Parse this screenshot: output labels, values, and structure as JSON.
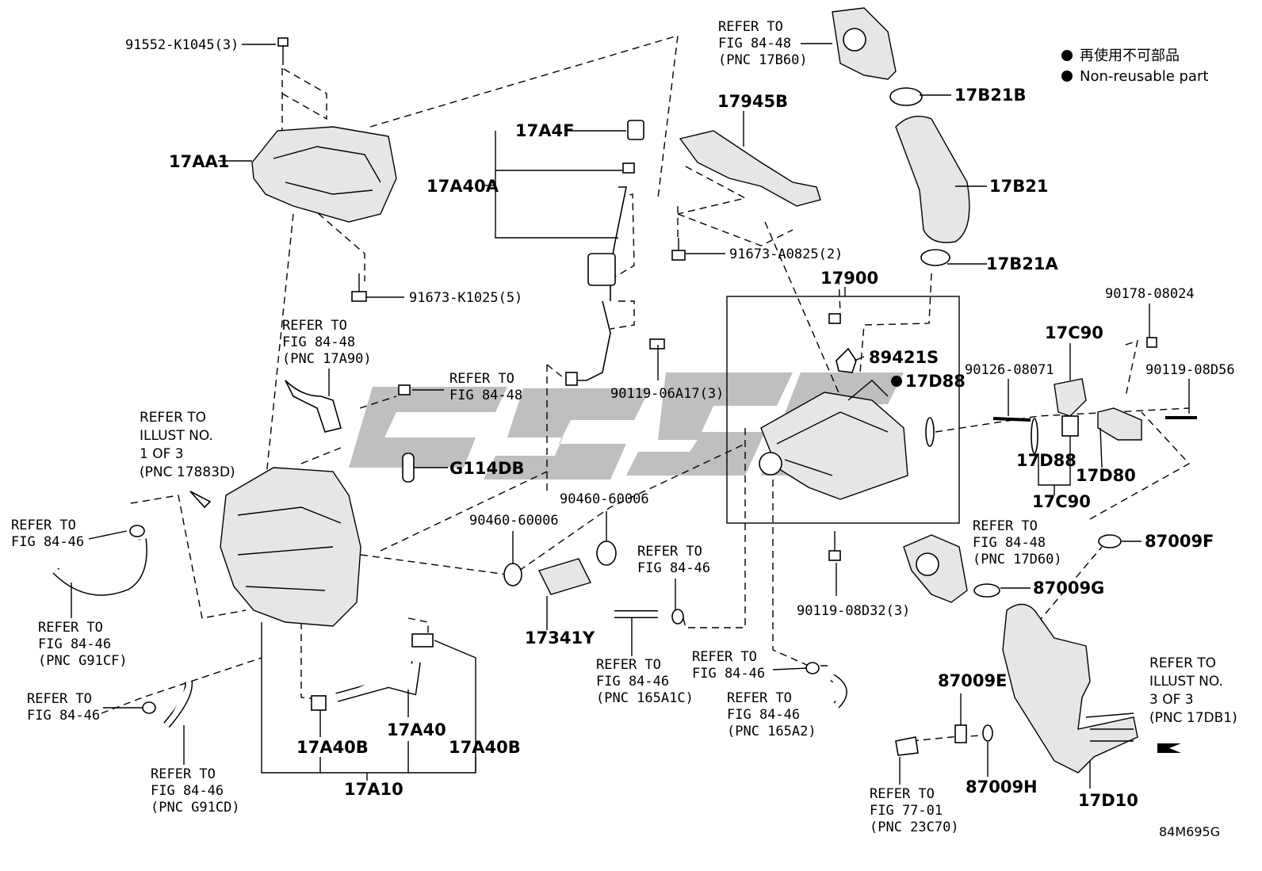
{
  "labels": {
    "p91552": "91552-K1045(3)",
    "p17AA1": "17AA1",
    "p91673K": "91673-K1025(5)",
    "p17A4F": "17A4F",
    "p17A40A": "17A40A",
    "p90119_06A17": "90119-06A17(3)",
    "p17945B": "17945B",
    "p91673A": "91673-A0825(2)",
    "p17900": "17900",
    "p89421S": "89421S",
    "p17D88a": "17D88",
    "p17B21B": "17B21B",
    "p17B21": "17B21",
    "p17B21A": "17B21A",
    "p90178": "90178-08024",
    "p17C90a": "17C90",
    "p90126": "90126-08071",
    "p90119_08D56": "90119-08D56",
    "p17D88b": "17D88",
    "p17D80": "17D80",
    "p17C90b": "17C90",
    "p87009F": "87009F",
    "p87009G": "87009G",
    "p87009E": "87009E",
    "p87009H": "87009H",
    "p17D10": "17D10",
    "pG114DB": "G114DB",
    "p90460a": "90460-60006",
    "p90460b": "90460-60006",
    "p17341Y": "17341Y",
    "p90119_08D32": "90119-08D32(3)",
    "p17A40B_l": "17A40B",
    "p17A40": "17A40",
    "p17A40B_r": "17A40B",
    "p17A10": "17A10"
  },
  "refs": {
    "r_17B60": [
      "REFER TO",
      "FIG 84-48",
      "(PNC 17B60)"
    ],
    "r_17A90": [
      "REFER TO",
      "FIG 84-48",
      "(PNC 17A90)"
    ],
    "r_fig8448": [
      "REFER TO",
      "FIG 84-48"
    ],
    "r_illust1": [
      "REFER TO",
      "ILLUST NO.",
      "1 OF 3",
      "(PNC 17883D)"
    ],
    "r_fig8446a": [
      "REFER TO",
      "FIG 84-46"
    ],
    "r_G91CF": [
      "REFER TO",
      "FIG 84-46",
      "(PNC G91CF)"
    ],
    "r_fig8446b": [
      "REFER TO",
      "FIG 84-46"
    ],
    "r_G91CD": [
      "REFER TO",
      "FIG 84-46",
      "(PNC G91CD)"
    ],
    "r_fig8446c": [
      "REFER TO",
      "FIG 84-46"
    ],
    "r_165A1C": [
      "REFER TO",
      "FIG 84-46",
      "(PNC 165A1C)"
    ],
    "r_fig8446d": [
      "REFER TO",
      "FIG 84-46"
    ],
    "r_165A2": [
      "REFER TO",
      "FIG 84-46",
      "(PNC 165A2)"
    ],
    "r_17D60": [
      "REFER TO",
      "FIG 84-48",
      "(PNC 17D60)"
    ],
    "r_illust3": [
      "REFER TO",
      "ILLUST NO.",
      "3 OF 3",
      "(PNC 17DB1)"
    ],
    "r_23C70": [
      "REFER TO",
      "FIG 77-01",
      "(PNC 23C70)"
    ]
  },
  "legend": {
    "line1": "再使用不可部品",
    "line2": "Non-reusable part"
  },
  "watermark": "",
  "figure_code": "84M695G"
}
